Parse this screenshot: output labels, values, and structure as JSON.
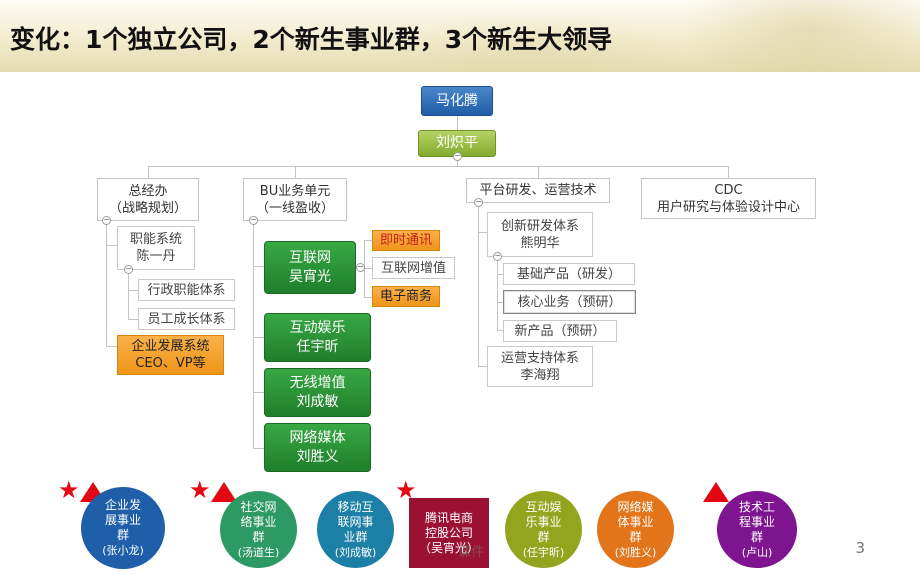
{
  "title": "变化：1个独立公司，2个新生事业群，3个新生大领导",
  "org": {
    "ceo": "马化腾",
    "president": "刘炽平",
    "zjb": {
      "l1": "总经办",
      "l2": "（战略规划）"
    },
    "bu": {
      "l1": "BU业务单元",
      "l2": "（一线盈收）"
    },
    "platform": "平台研发、运营技术",
    "cdc": {
      "l1": "CDC",
      "l2": "用户研究与体验设计中心"
    },
    "zn": {
      "l1": "职能系统",
      "l2": "陈一丹"
    },
    "admin": "行政职能体系",
    "growth": "员工成长体系",
    "corpdev": {
      "l1": "企业发展系统",
      "l2": "CEO、VP等"
    },
    "internet": {
      "l1": "互联网",
      "l2": "吴宵光"
    },
    "im": "即时通讯",
    "ivas": "互联网增值",
    "ecom": "电子商务",
    "ient": {
      "l1": "互动娱乐",
      "l2": "任宇昕"
    },
    "wireless": {
      "l1": "无线增值",
      "l2": "刘成敏"
    },
    "media": {
      "l1": "网络媒体",
      "l2": "刘胜义"
    },
    "rnd": {
      "l1": "创新研发体系",
      "l2": "熊明华"
    },
    "basic": "基础产品（研发）",
    "core": "核心业务（预研）",
    "newp": "新产品（预研）",
    "ops": {
      "l1": "运营支持体系",
      "l2": "李海翔"
    }
  },
  "groups": [
    {
      "l1": "企业发",
      "l2": "展事业",
      "l3": "群",
      "l4": "(张小龙)",
      "color": "#1f5ea8"
    },
    {
      "l1": "社交网",
      "l2": "络事业",
      "l3": "群",
      "l4": "(汤道生)",
      "color": "#2e9a63"
    },
    {
      "l1": "移动互",
      "l2": "联网事",
      "l3": "业群",
      "l4": "(刘成敏)",
      "color": "#1b7fa6"
    },
    {
      "l1": "腾讯电商",
      "l2": "控股公司",
      "l3": "（吴宵光）",
      "color": "#9b1134"
    },
    {
      "l1": "互动娱",
      "l2": "乐事业",
      "l3": "群",
      "l4": "(任宇昕)",
      "color": "#93a51e"
    },
    {
      "l1": "网络媒",
      "l2": "体事业",
      "l3": "群",
      "l4": "(刘胜义)",
      "color": "#e2741a"
    },
    {
      "l1": "技术工",
      "l2": "程事业",
      "l3": "群",
      "l4": "(卢山)",
      "color": "#7e1490"
    }
  ],
  "watermark": "课件",
  "page_number": "3",
  "icons": {
    "star": "★",
    "minus": "−"
  }
}
